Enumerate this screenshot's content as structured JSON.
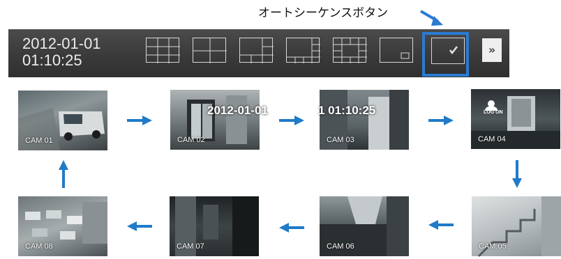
{
  "callout": {
    "label": "オートシーケンスボタン"
  },
  "toolbar": {
    "date": "2012-01-01",
    "time": "01:10:25",
    "layout_icons": [
      "grid-3x3-icon",
      "grid-2x2-icon",
      "layout-1plus5-icon",
      "layout-1plus7-icon",
      "grid-4x4-icon",
      "pip-icon"
    ],
    "auto_sequence_icon": "checkmark-icon",
    "next_label": "»",
    "highlight_color": "#2a7bd1"
  },
  "cameras": [
    {
      "label": "CAM 01"
    },
    {
      "label": "CAM 02",
      "overlay": "2012-01-01"
    },
    {
      "label": "CAM 03",
      "overlay": "1 01:10:25"
    },
    {
      "label": "CAM 04",
      "overlay": "LOG ON"
    },
    {
      "label": "CAM 05"
    },
    {
      "label": "CAM 06"
    },
    {
      "label": "CAM 07"
    },
    {
      "label": "CAM 08"
    }
  ],
  "arrow_color": "#1f7bc8"
}
